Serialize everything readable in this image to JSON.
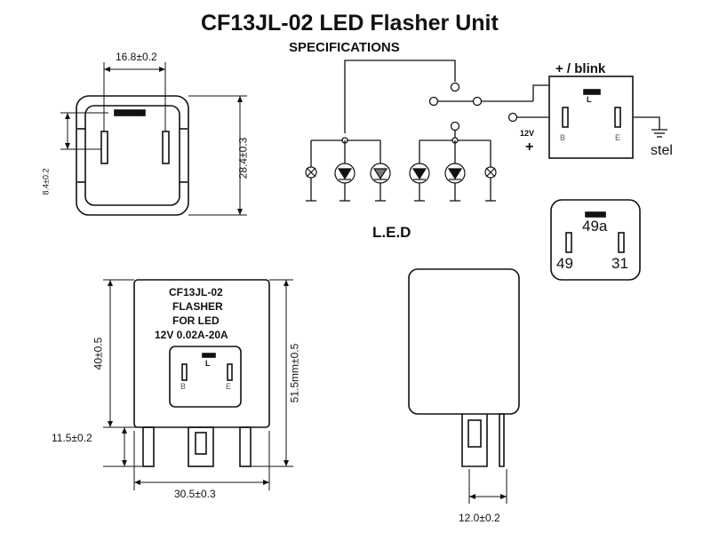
{
  "title": "CF13JL-02 LED Flasher Unit",
  "subtitle": "SPECIFICATIONS",
  "top_view": {
    "width_dim": "16.8±0.2",
    "height_dim": "28.4±0.3",
    "offset_dim": "8.4±0.2"
  },
  "circuit": {
    "blink_label": "+ / blink",
    "voltage_label": "12V",
    "plus_label": "+",
    "ground_label": "stel",
    "led_label": "L.E.D",
    "pin_l": "L",
    "pin_b": "B",
    "pin_e": "E"
  },
  "connector": {
    "pin_top": "49a",
    "pin_left": "49",
    "pin_right": "31"
  },
  "front_view": {
    "label_lines": [
      "CF13JL-02",
      "FLASHER",
      "FOR LED",
      "12V 0.02A-20A"
    ],
    "pin_l": "L",
    "pin_b": "B",
    "pin_e": "E",
    "height_body": "40±0.5",
    "height_total": "51.5mm±0.5",
    "pin_length": "11.5±0.2",
    "width": "30.5±0.3"
  },
  "side_view": {
    "pin_width": "12.0±0.2"
  }
}
